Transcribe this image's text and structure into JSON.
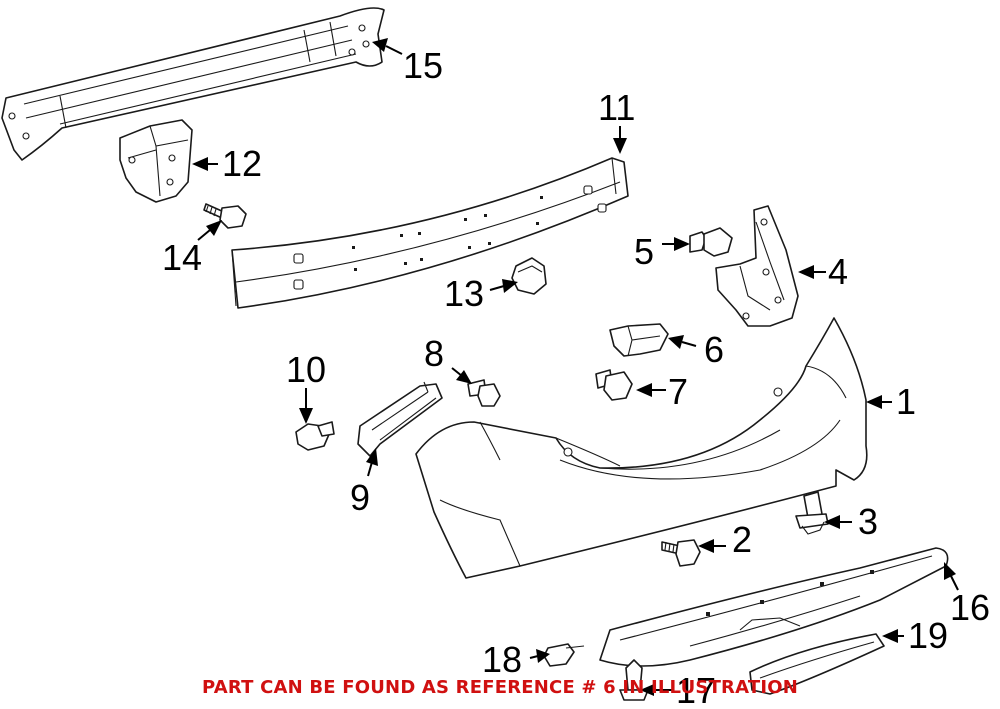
{
  "callouts": {
    "c1": "1",
    "c2": "2",
    "c3": "3",
    "c4": "4",
    "c5": "5",
    "c6": "6",
    "c7": "7",
    "c8": "8",
    "c9": "9",
    "c10": "10",
    "c11": "11",
    "c12": "12",
    "c13": "13",
    "c14": "14",
    "c15": "15",
    "c16": "16",
    "c17": "17",
    "c18": "18",
    "c19": "19"
  },
  "footer_note": "PART CAN BE FOUND AS REFERENCE # 6 IN ILLUSTRATION",
  "colors": {
    "footer_note": "#d01010",
    "line_art": "#1a1a1a"
  }
}
